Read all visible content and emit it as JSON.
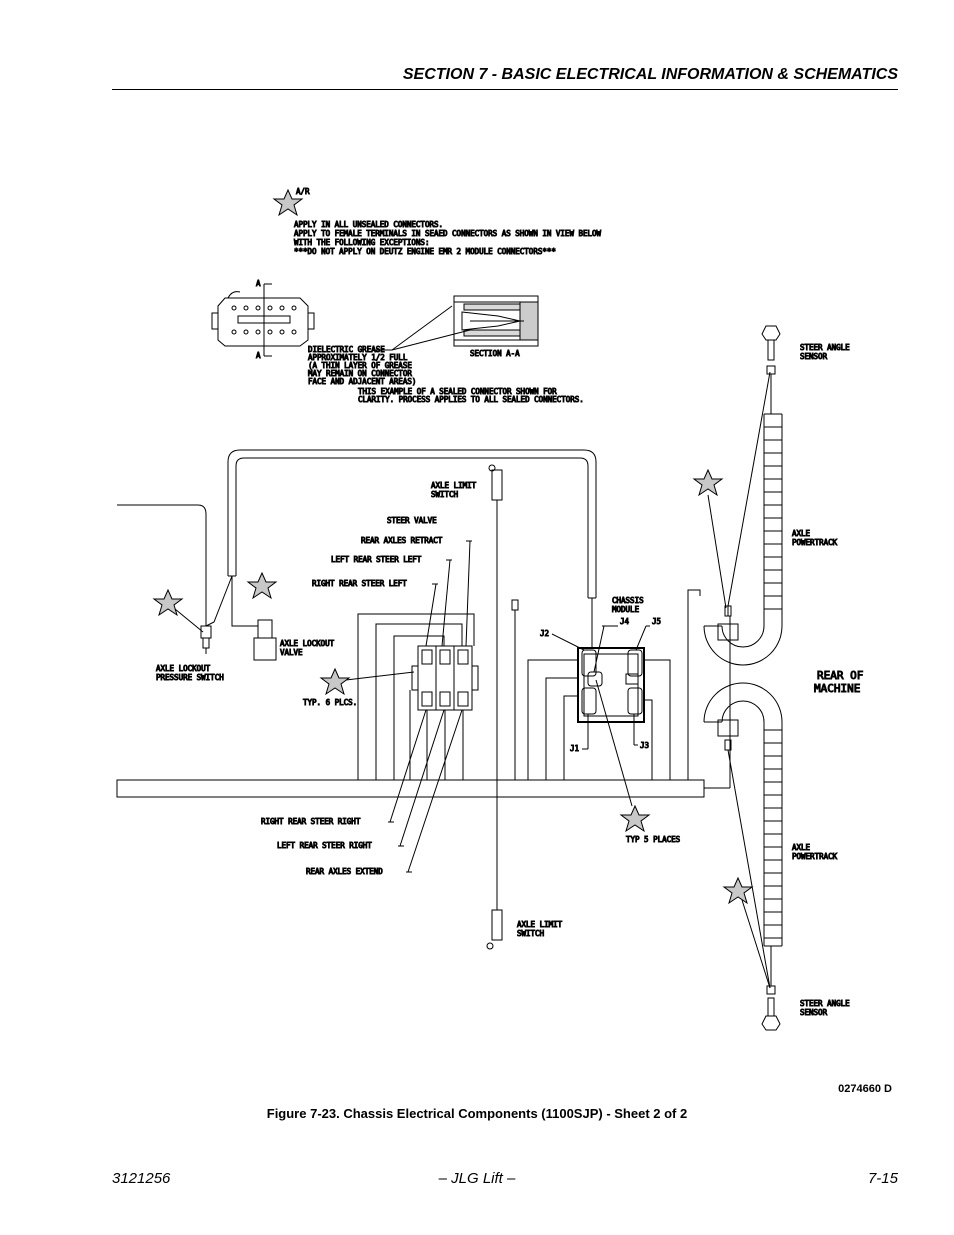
{
  "header": {
    "section_title": "SECTION 7 - BASIC ELECTRICAL INFORMATION & SCHEMATICS"
  },
  "notes": {
    "grease_ref": "A/R",
    "lines": [
      "APPLY IN ALL UNSEALED CONNECTORS.",
      "APPLY TO FEMALE TERMINALS IN SEAED CONNECTORS AS SHOWN IN VIEW BELOW",
      "WITH THE FOLLOWING EXCEPTIONS:",
      "***DO NOT APPLY ON DEUTZ ENGINE EMR 2 MODULE CONNECTORS***"
    ],
    "section_mark": "A",
    "grease_lines": [
      "DIELECTRIC GREASE",
      "APPROXIMATELY 1/2 FULL",
      "(A THIN LAYER OF GREASE",
      "MAY REMAIN ON CONNECTOR",
      "FACE AND ADJACENT AREAS)"
    ],
    "section_label": "SECTION A-A",
    "example_lines": [
      "THIS EXAMPLE OF A SEALED CONNECTOR SHOWN FOR",
      "CLARITY.  PROCESS APPLIES TO ALL SEALED CONNECTORS."
    ]
  },
  "labels": {
    "steer_angle_sensor_top": [
      "STEER ANGLE",
      "SENSOR"
    ],
    "axle_powertrack_top": [
      "AXLE",
      "POWERTRACK"
    ],
    "rear_of_machine": [
      "REAR OF",
      "MACHINE"
    ],
    "axle_powertrack_bottom": [
      "AXLE",
      "POWERTRACK"
    ],
    "steer_angle_sensor_bottom": [
      "STEER ANGLE",
      "SENSOR"
    ],
    "axle_limit_switch_top": [
      "AXLE LIMIT",
      "SWITCH"
    ],
    "steer_valve": "STEER VALVE",
    "rear_axles_retract": "REAR AXLES RETRACT",
    "left_rear_steer_left": "LEFT REAR STEER LEFT",
    "right_rear_steer_left": "RIGHT REAR STEER LEFT",
    "axle_lockout_valve": [
      "AXLE LOCKOUT",
      "VALVE"
    ],
    "axle_lockout_pressure_switch": [
      "AXLE LOCKOUT",
      "PRESSURE SWITCH"
    ],
    "typ_6_plcs": "TYP. 6 PLCS.",
    "chassis_module": [
      "CHASSIS",
      "MODULE"
    ],
    "j2": "J2",
    "j4": "J4",
    "j5": "J5",
    "j1": "J1",
    "j3": "J3",
    "typ_5_places": "TYP 5 PLACES",
    "right_rear_steer_right": "RIGHT REAR STEER RIGHT",
    "left_rear_steer_right": "LEFT REAR STEER RIGHT",
    "rear_axles_extend": "REAR AXLES EXTEND",
    "axle_limit_switch_bottom": [
      "AXLE LIMIT",
      "SWITCH"
    ]
  },
  "figure": {
    "id": "0274660 D",
    "caption": "Figure 7-23.  Chassis Electrical Components (1100SJP) - Sheet 2 of 2"
  },
  "footer": {
    "doc_number": "3121256",
    "publisher": "– JLG Lift –",
    "page": "7-15"
  },
  "colors": {
    "star_fill": "#c8c8c8",
    "line": "#000000"
  }
}
